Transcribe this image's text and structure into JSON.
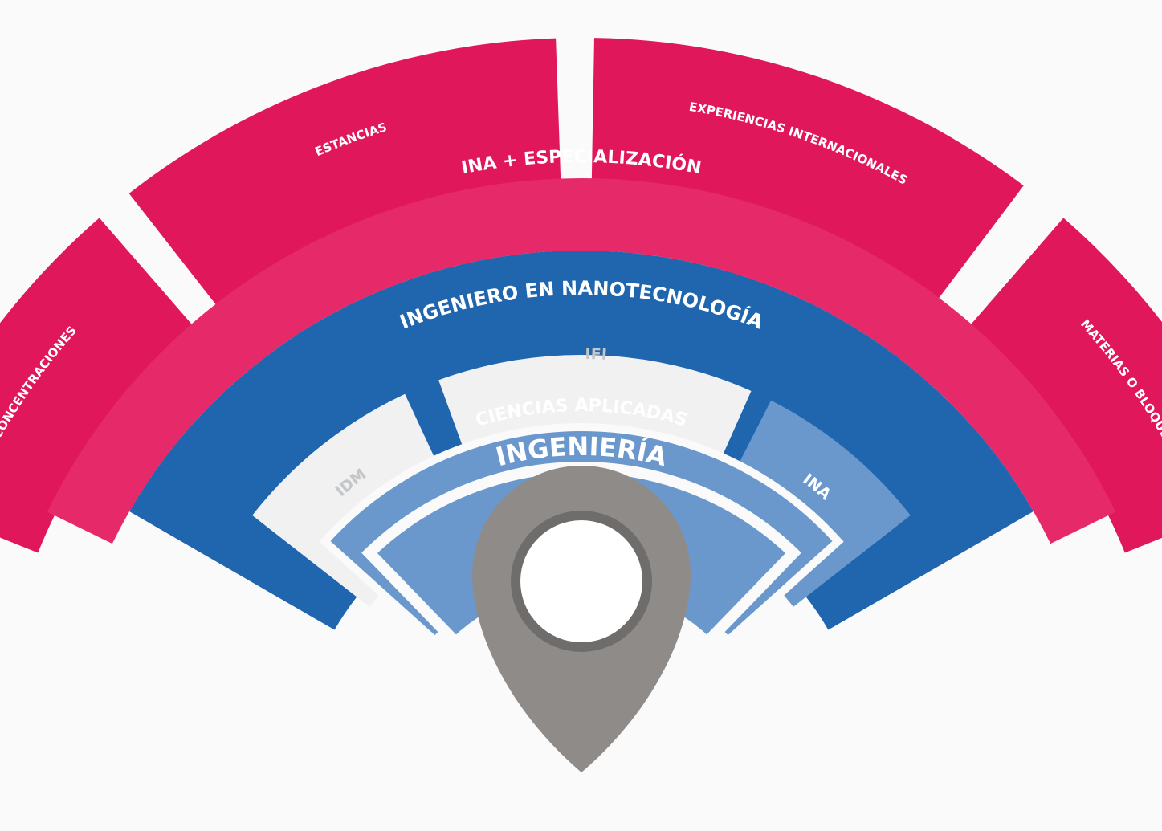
{
  "colors": {
    "background": "#fafafa",
    "outer_band": "#e1175c",
    "specialization_band": "#e62a69",
    "nanotech_band": "#1f66ae",
    "light_blue": "#6a98cd",
    "pale_gray": "#f1f1f2",
    "pale_gray_text": "#c5c6c8",
    "pin_fill": "#8f8b88",
    "pin_ring": "#6f6d6b",
    "pin_hole": "#ffffff",
    "label_light": "#ffffff"
  },
  "outer_segments": [
    {
      "label": "CONCENTRACIONES"
    },
    {
      "label": "ESTANCIAS"
    },
    {
      "label": "EXPERIENCIAS INTERNACIONALES"
    },
    {
      "label": "MATERIAS O BLOQUES"
    }
  ],
  "specialization": {
    "label": "INA + ESPECIALIZACIÓN"
  },
  "nanotech": {
    "label": "INGENIERO EN NANOTECNOLOGÍA"
  },
  "areas": [
    {
      "label": "IDM"
    },
    {
      "label": "IFI"
    },
    {
      "label": "INA"
    }
  ],
  "applied_sciences": {
    "label": "CIENCIAS APLICADAS"
  },
  "engineering": {
    "label": "INGENIERÍA"
  },
  "pin": {
    "icon": "location-pin-icon"
  }
}
